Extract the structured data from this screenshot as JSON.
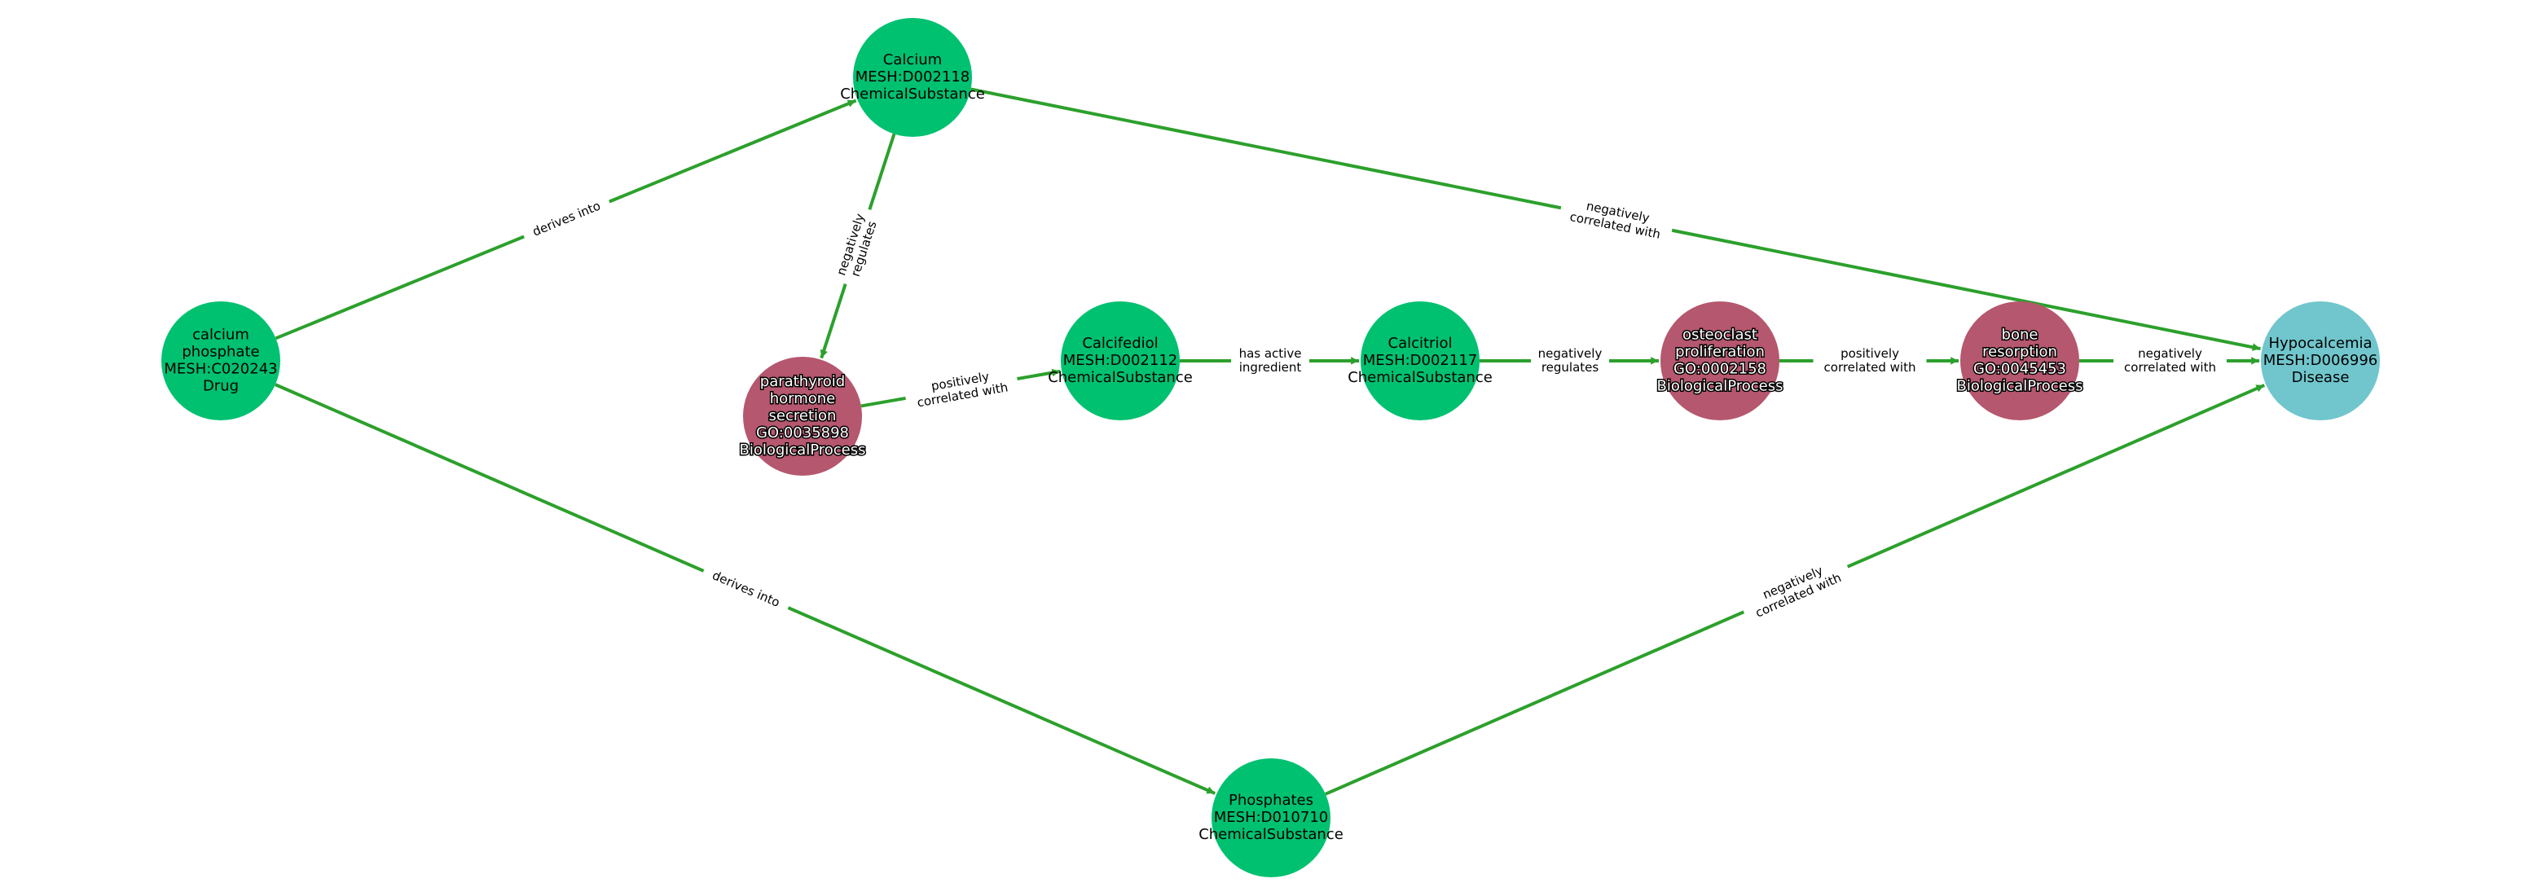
{
  "colors": {
    "edge": "#2ca02c",
    "ChemicalSubstance": "#00c170",
    "Drug": "#00c170",
    "BiologicalProcess": "#b5576e",
    "Disease": "#70c6cc"
  },
  "nodes": [
    {
      "id": "calcium",
      "type": "ChemicalSubstance",
      "lines": [
        "Calcium",
        "MESH:D002118",
        "ChemicalSubstance"
      ]
    },
    {
      "id": "calcium_phosphate",
      "type": "Drug",
      "lines": [
        "calcium",
        "phosphate",
        "MESH:C020243",
        "Drug"
      ]
    },
    {
      "id": "pth_secretion",
      "type": "BiologicalProcess",
      "lines": [
        "parathyroid",
        "hormone",
        "secretion",
        "GO:0035898",
        "BiologicalProcess"
      ]
    },
    {
      "id": "calcifediol",
      "type": "ChemicalSubstance",
      "lines": [
        "Calcifediol",
        "MESH:D002112",
        "ChemicalSubstance"
      ]
    },
    {
      "id": "calcitriol",
      "type": "ChemicalSubstance",
      "lines": [
        "Calcitriol",
        "MESH:D002117",
        "ChemicalSubstance"
      ]
    },
    {
      "id": "osteoclast",
      "type": "BiologicalProcess",
      "lines": [
        "osteoclast",
        "proliferation",
        "GO:0002158",
        "BiologicalProcess"
      ]
    },
    {
      "id": "bone_resorption",
      "type": "BiologicalProcess",
      "lines": [
        "bone",
        "resorption",
        "GO:0045453",
        "BiologicalProcess"
      ]
    },
    {
      "id": "hypocalcemia",
      "type": "Disease",
      "lines": [
        "Hypocalcemia",
        "MESH:D006996",
        "Disease"
      ]
    },
    {
      "id": "phosphates",
      "type": "ChemicalSubstance",
      "lines": [
        "Phosphates",
        "MESH:D010710",
        "ChemicalSubstance"
      ]
    }
  ],
  "edges": [
    {
      "source": "calcium_phosphate",
      "target": "calcium",
      "label": [
        "derives into"
      ]
    },
    {
      "source": "calcium_phosphate",
      "target": "phosphates",
      "label": [
        "derives into"
      ]
    },
    {
      "source": "calcium",
      "target": "pth_secretion",
      "label": [
        "negatively",
        "regulates"
      ]
    },
    {
      "source": "calcium",
      "target": "hypocalcemia",
      "label": [
        "negatively",
        "correlated with"
      ]
    },
    {
      "source": "pth_secretion",
      "target": "calcifediol",
      "label": [
        "positively",
        "correlated with"
      ]
    },
    {
      "source": "calcifediol",
      "target": "calcitriol",
      "label": [
        "has active",
        "ingredient"
      ]
    },
    {
      "source": "calcitriol",
      "target": "osteoclast",
      "label": [
        "negatively",
        "regulates"
      ]
    },
    {
      "source": "osteoclast",
      "target": "bone_resorption",
      "label": [
        "positively",
        "correlated with"
      ]
    },
    {
      "source": "bone_resorption",
      "target": "hypocalcemia",
      "label": [
        "negatively",
        "correlated with"
      ]
    },
    {
      "source": "phosphates",
      "target": "hypocalcemia",
      "label": [
        "negatively",
        "correlated with"
      ]
    }
  ]
}
